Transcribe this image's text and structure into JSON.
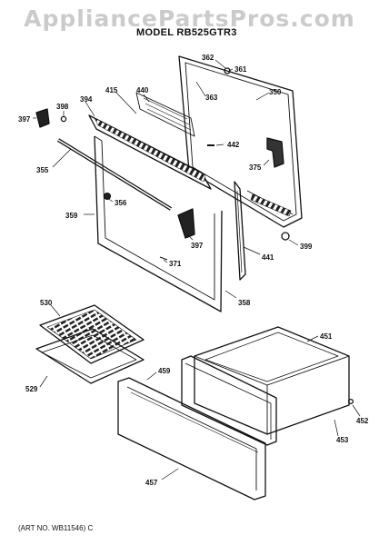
{
  "header": {
    "watermark": "AppliancePartsPros.com",
    "model_title": "MODEL RB525GTR3"
  },
  "footer": {
    "art_no": "(ART NO. WB11546) C"
  },
  "parts": [
    {
      "id": "p362",
      "number": "362"
    },
    {
      "id": "p361",
      "number": "361"
    },
    {
      "id": "p415",
      "number": "415"
    },
    {
      "id": "p440",
      "number": "440"
    },
    {
      "id": "p363",
      "number": "363"
    },
    {
      "id": "p350",
      "number": "350"
    },
    {
      "id": "p398",
      "number": "398"
    },
    {
      "id": "p394",
      "number": "394"
    },
    {
      "id": "p397a",
      "number": "397"
    },
    {
      "id": "p442",
      "number": "442"
    },
    {
      "id": "p355",
      "number": "355"
    },
    {
      "id": "p375",
      "number": "375"
    },
    {
      "id": "p356",
      "number": "356"
    },
    {
      "id": "p359",
      "number": "359"
    },
    {
      "id": "p397b",
      "number": "397"
    },
    {
      "id": "p399",
      "number": "399"
    },
    {
      "id": "p371",
      "number": "371"
    },
    {
      "id": "p441",
      "number": "441"
    },
    {
      "id": "p358",
      "number": "358"
    },
    {
      "id": "p530",
      "number": "530"
    },
    {
      "id": "p451",
      "number": "451"
    },
    {
      "id": "p459",
      "number": "459"
    },
    {
      "id": "p529",
      "number": "529"
    },
    {
      "id": "p452",
      "number": "452"
    },
    {
      "id": "p453",
      "number": "453"
    },
    {
      "id": "p457",
      "number": "457"
    }
  ]
}
